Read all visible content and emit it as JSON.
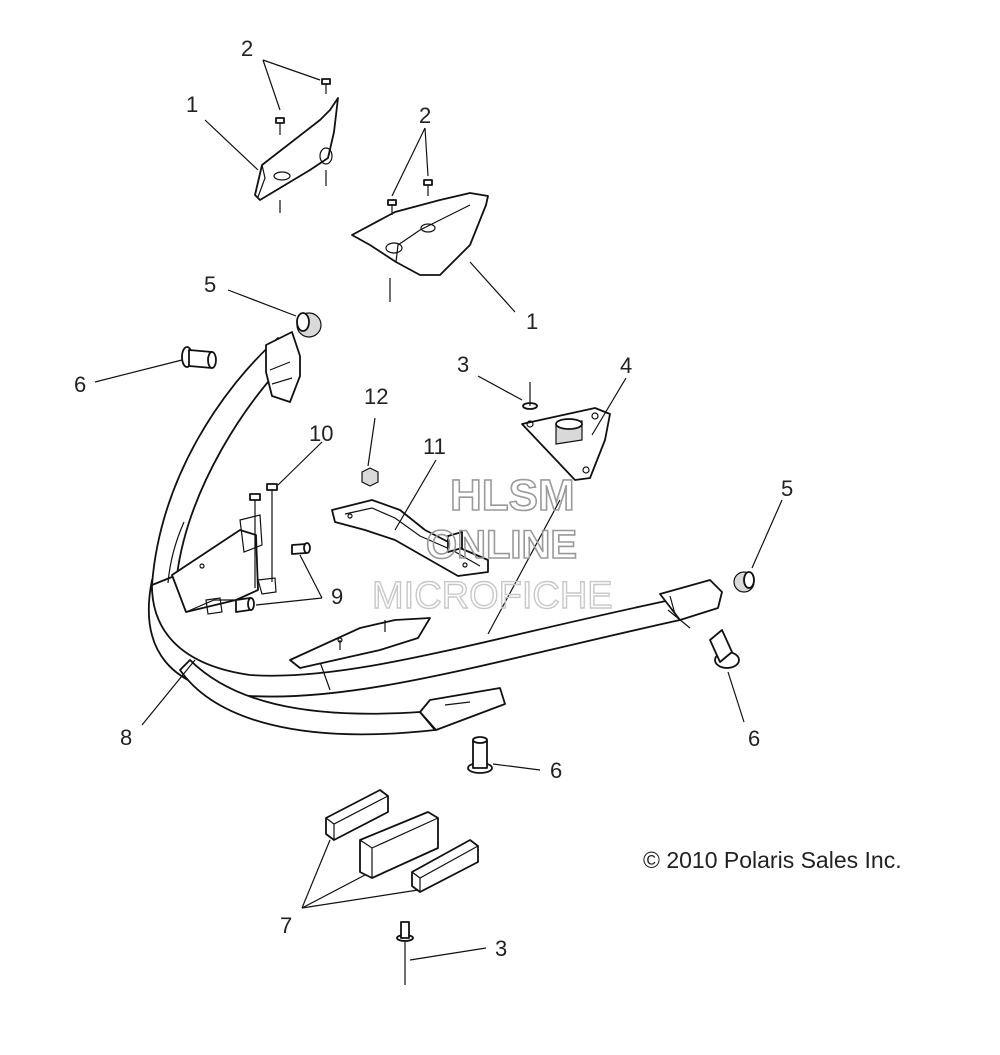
{
  "callouts": {
    "c1a": "1",
    "c1b": "1",
    "c2a": "2",
    "c2b": "2",
    "c3a": "3",
    "c3b": "3",
    "c4": "4",
    "c5a": "5",
    "c5b": "5",
    "c6a": "6",
    "c6b": "6",
    "c6c": "6",
    "c7": "7",
    "c8": "8",
    "c9": "9",
    "c10": "10",
    "c11": "11",
    "c12": "12"
  },
  "watermark": {
    "line1": "HLSM",
    "line2": "ONLINE",
    "line3": "MICROFICHE"
  },
  "copyright": "© 2010 Polaris Sales Inc."
}
